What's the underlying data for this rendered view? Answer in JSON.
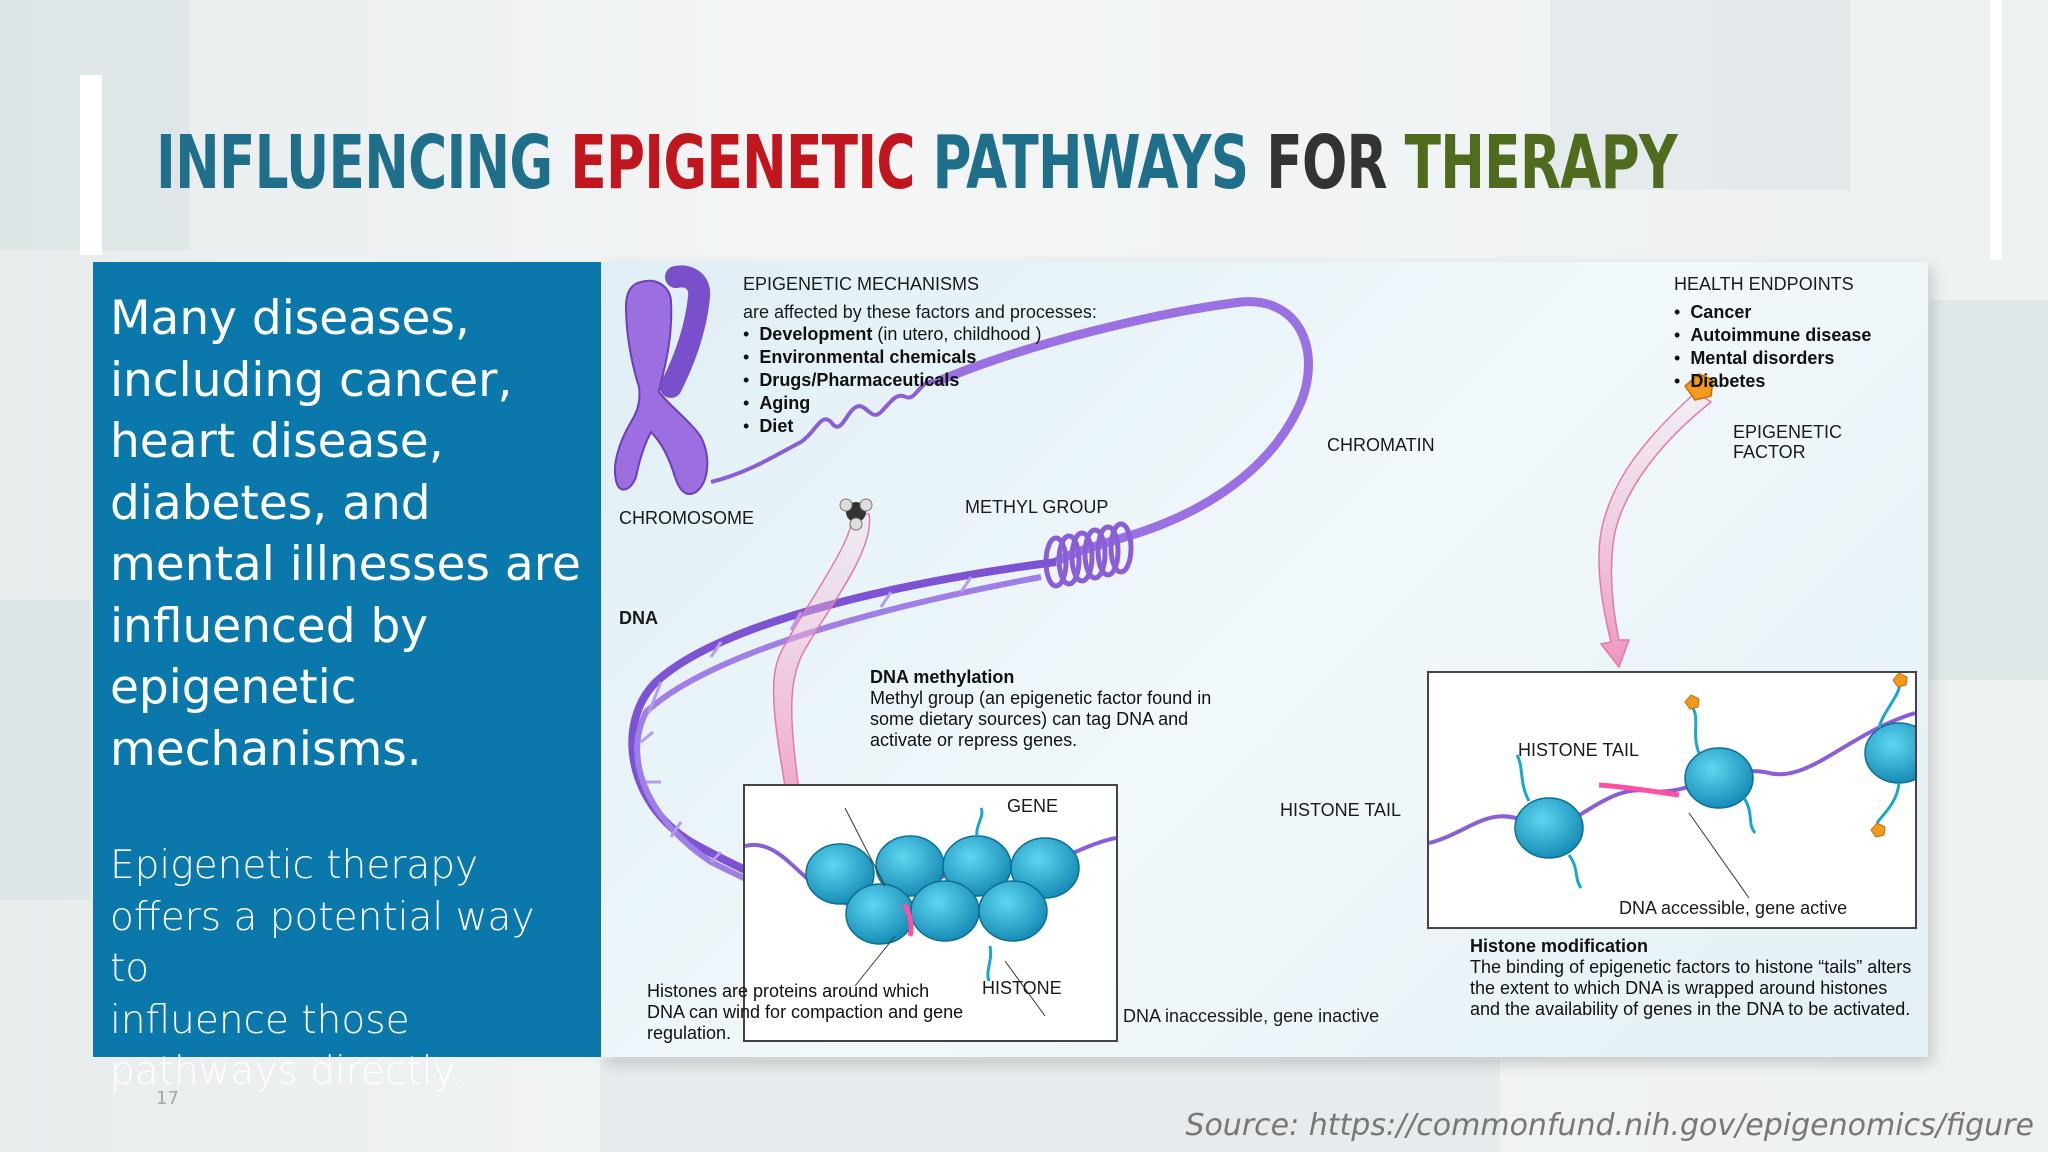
{
  "slide": {
    "title": [
      {
        "text": "INFLUENCING ",
        "color": "#1f6f8b"
      },
      {
        "text": "EPIGENETIC ",
        "color": "#c0161d"
      },
      {
        "text": "PATHWAYS ",
        "color": "#1f6f8b"
      },
      {
        "text": "FOR ",
        "color": "#333333"
      },
      {
        "text": "THERAPY",
        "color": "#4e6b1e"
      }
    ],
    "panel_lead": "Many diseases,\nincluding cancer,\nheart disease,\ndiabetes, and\nmental illnesses are\ninfluenced by\nepigenetic\nmechanisms.",
    "panel_sub": "Epigenetic therapy\noffers a potential way to\ninfluence those\npathways directly.",
    "page_number": "17",
    "source": "Source: https://commonfund.nih.gov/epigenomics/figure",
    "panel_color": "#0b78ac"
  },
  "figure": {
    "mechanisms_title": "EPIGENETIC MECHANISMS",
    "mechanisms_intro": "are affected by these factors and processes:",
    "mechanisms_items": [
      {
        "bold": "Development",
        "rest": " (in utero, childhood )"
      },
      {
        "bold": "Environmental chemicals",
        "rest": ""
      },
      {
        "bold": "Drugs/Pharmaceuticals",
        "rest": ""
      },
      {
        "bold": "Aging",
        "rest": ""
      },
      {
        "bold": "Diet",
        "rest": ""
      }
    ],
    "endpoints_title": "HEALTH ENDPOINTS",
    "endpoints_items": [
      "Cancer",
      "Autoimmune disease",
      "Mental disorders",
      "Diabetes"
    ],
    "labels": {
      "chromosome": "CHROMOSOME",
      "chromatin": "CHROMATIN",
      "methyl_group": "METHYL GROUP",
      "dna": "DNA",
      "epigenetic_factor": "EPIGENETIC\nFACTOR",
      "gene": "GENE",
      "histone_tail_left": "HISTONE TAIL",
      "histone_tail_right": "HISTONE TAIL",
      "histone": "HISTONE",
      "dna_inaccessible": "DNA inaccessible, gene inactive",
      "dna_accessible": "DNA accessible, gene active"
    },
    "methylation": {
      "heading": "DNA methylation",
      "body": "Methyl group (an epigenetic factor found in some dietary sources) can tag DNA and activate or repress genes."
    },
    "histones_note": "Histones are proteins around which DNA can wind for compaction and gene regulation.",
    "histone_mod": {
      "heading": "Histone modification",
      "body": "The binding of epigenetic factors to histone “tails” alters the extent to which DNA is wrapped around histones and the availability of genes in the DNA to be activated."
    },
    "colors": {
      "dna_purple": "#8a5fd6",
      "histone_cyan": "#1aa7cf",
      "factor_orange": "#f39a1e",
      "arrow_pink": "#f3a9c9"
    }
  }
}
